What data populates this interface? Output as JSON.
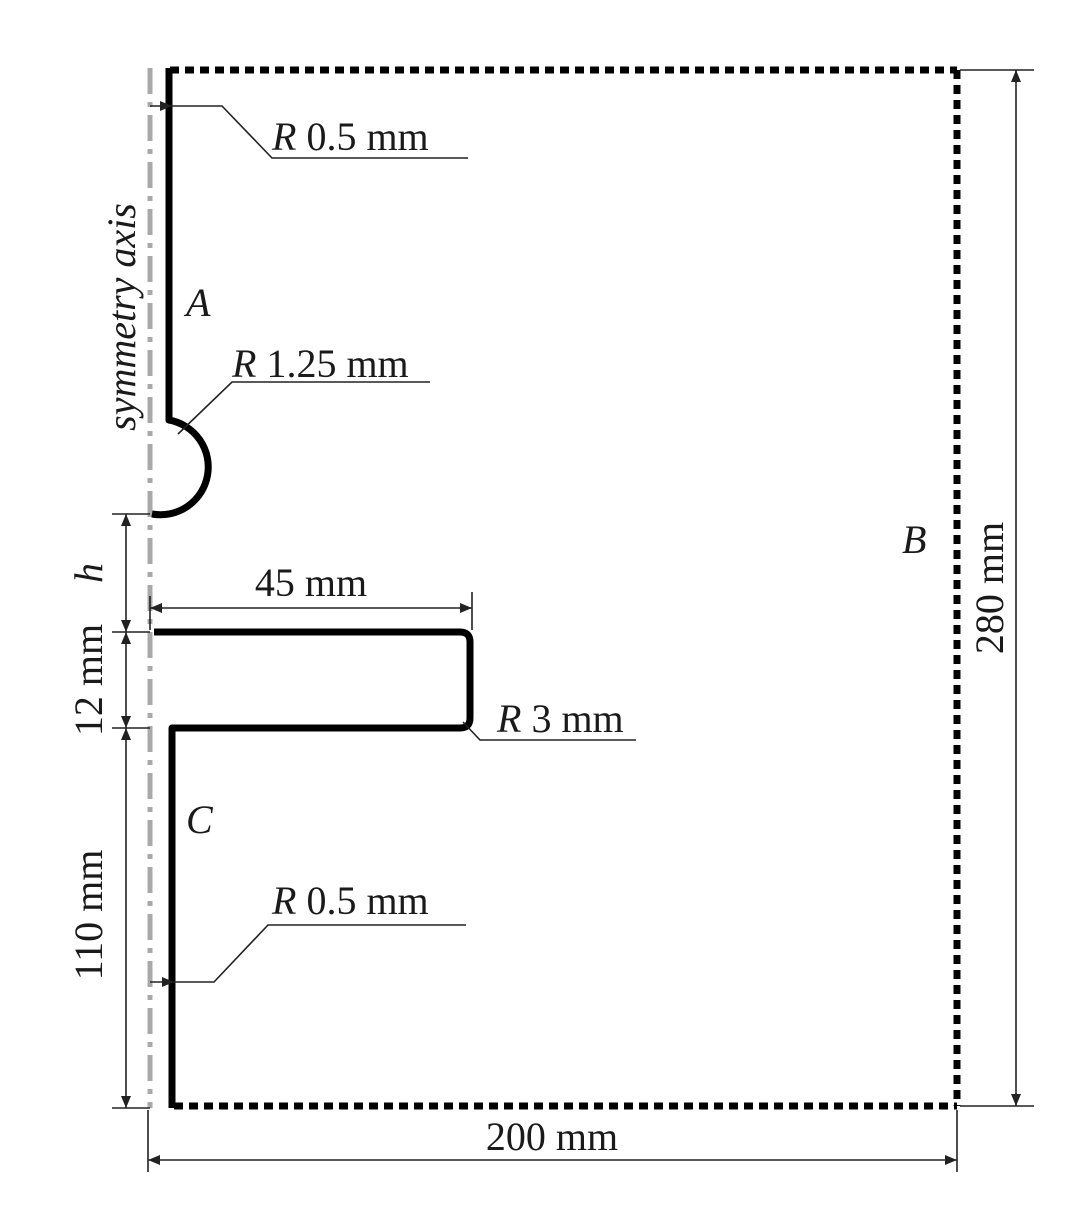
{
  "labels": {
    "axis": "symmetry axis",
    "region_a": "A",
    "region_b": "B",
    "region_c": "C",
    "h": "h"
  },
  "radii": {
    "top": {
      "symbol": "R",
      "value": "0.5 mm"
    },
    "tip": {
      "symbol": "R",
      "value": "1.25 mm"
    },
    "corner": {
      "symbol": "R",
      "value": "3 mm"
    },
    "bottom": {
      "symbol": "R",
      "value": "0.5 mm"
    }
  },
  "dimensions": {
    "width": "200 mm",
    "height": "280 mm",
    "slot_length": "45 mm",
    "slot_width": "12 mm",
    "lower_length": "110 mm"
  },
  "colors": {
    "outline": "#000000",
    "axis": "#a9a9a9"
  }
}
